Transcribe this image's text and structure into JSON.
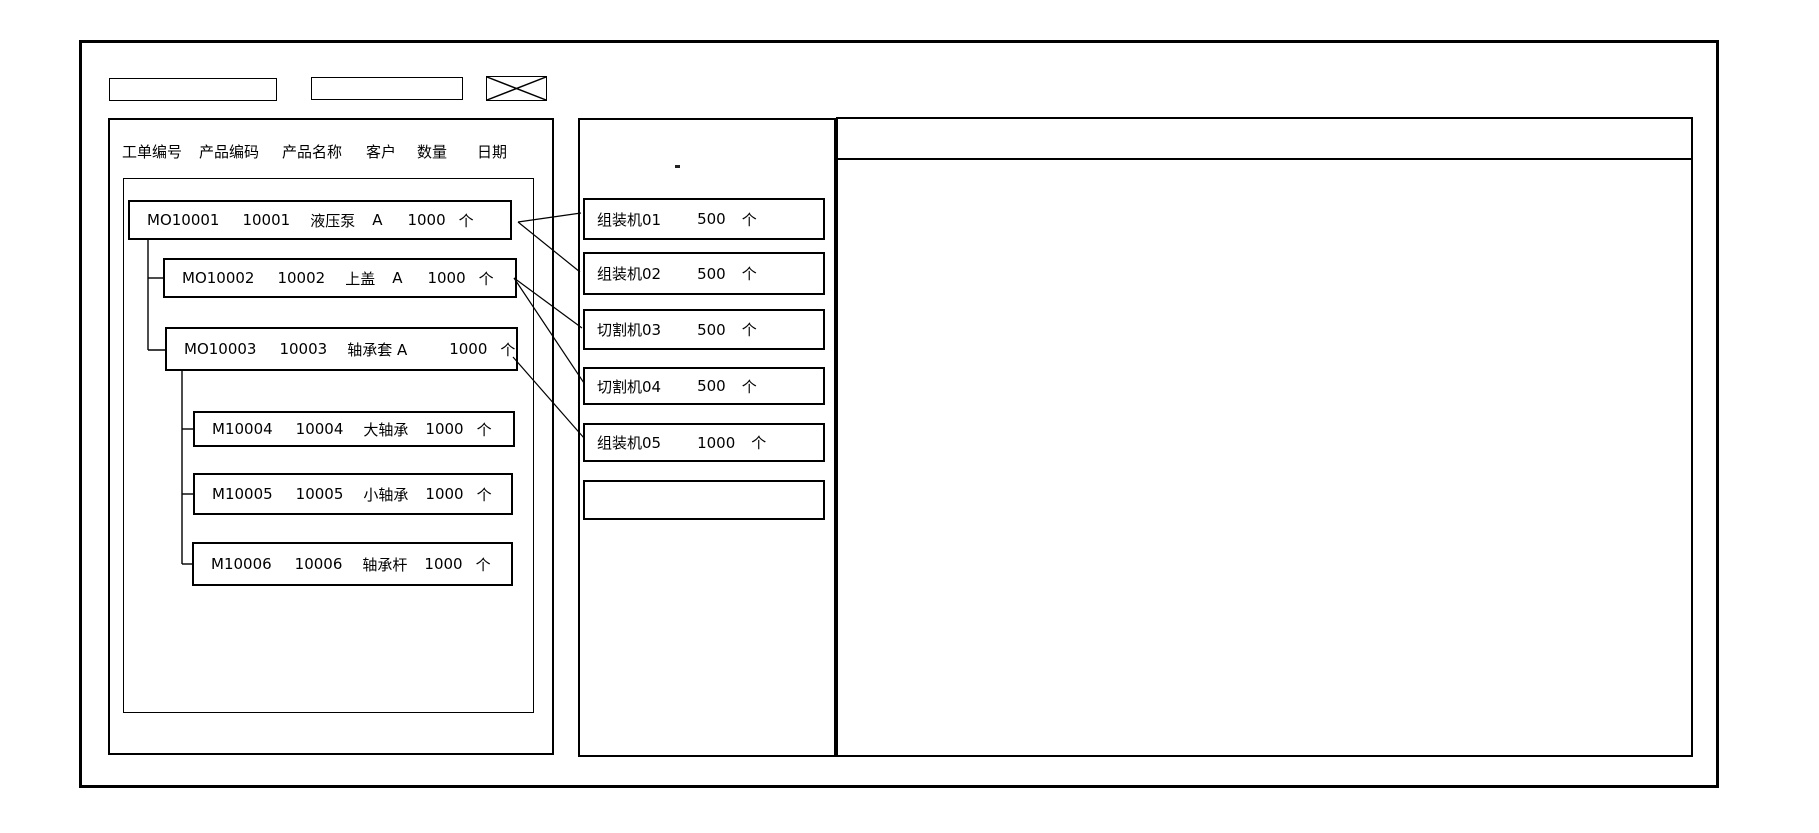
{
  "toolbar": {
    "field1_value": "",
    "field2_value": "",
    "close_icon": "x-cross"
  },
  "left_panel": {
    "columns": [
      "工单编号",
      "产品编码",
      "产品名称",
      "客户",
      "数量",
      "日期"
    ],
    "orders": [
      {
        "order_no": "MO10001",
        "product_code": "10001",
        "product_name": "液压泵",
        "customer": "A",
        "qty": "1000",
        "unit": "个"
      },
      {
        "order_no": "MO10002",
        "product_code": "10002",
        "product_name": "上盖",
        "customer": "A",
        "qty": "1000",
        "unit": "个"
      },
      {
        "order_no": "MO10003",
        "product_code": "10003",
        "product_name": "轴承套 A",
        "customer": "",
        "qty": "1000",
        "unit": "个"
      },
      {
        "order_no": "M10004",
        "product_code": "10004",
        "product_name": "大轴承",
        "customer": "",
        "qty": "1000",
        "unit": "个"
      },
      {
        "order_no": "M10005",
        "product_code": "10005",
        "product_name": "小轴承",
        "customer": "",
        "qty": "1000",
        "unit": "个"
      },
      {
        "order_no": "M10006",
        "product_code": "10006",
        "product_name": "轴承杆",
        "customer": "",
        "qty": "1000",
        "unit": "个"
      }
    ]
  },
  "machine_panel": {
    "corner_mark": ".",
    "machines": [
      {
        "name": "组装机01",
        "qty": "500",
        "unit": "个"
      },
      {
        "name": "组装机02",
        "qty": "500",
        "unit": "个"
      },
      {
        "name": "切割机03",
        "qty": "500",
        "unit": "个"
      },
      {
        "name": "切割机04",
        "qty": "500",
        "unit": "个"
      },
      {
        "name": "组装机05",
        "qty": "1000",
        "unit": "个"
      }
    ],
    "empty_slot": ""
  },
  "right_panel": {
    "header_text": "",
    "body_text": ""
  },
  "connections": [
    {
      "from": "MO10001",
      "to": "组装机01"
    },
    {
      "from": "MO10001",
      "to": "组装机02"
    },
    {
      "from": "MO10002",
      "to": "切割机03"
    },
    {
      "from": "MO10002",
      "to": "切割机04"
    },
    {
      "from": "MO10003",
      "to": "组装机05"
    }
  ],
  "colors": {
    "line": "#000000",
    "background": "#ffffff"
  }
}
